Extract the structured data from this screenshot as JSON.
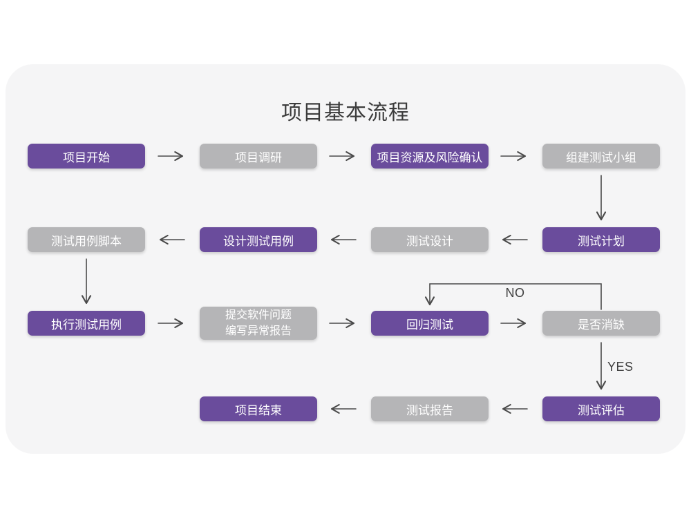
{
  "title": "项目基本流程",
  "colors": {
    "purple": "#6a4c9c",
    "gray": "#b5b5b7",
    "arrow": "#4a4a4a",
    "card_bg": "#f5f5f6"
  },
  "branch_labels": {
    "no": "NO",
    "yes": "YES"
  },
  "nodes": {
    "start": "项目开始",
    "research": "项目调研",
    "risk": "项目资源及风险确认",
    "team": "组建测试小组",
    "case_script": "测试用例脚本",
    "design_case": "设计测试用例",
    "test_design": "测试设计",
    "test_plan": "测试计划",
    "execute": "执行测试用例",
    "submit": "提交软件问题\n编写异常报告",
    "regression": "回归测试",
    "defect": "是否消缺",
    "end": "项目结束",
    "report": "测试报告",
    "evaluate": "测试评估"
  }
}
